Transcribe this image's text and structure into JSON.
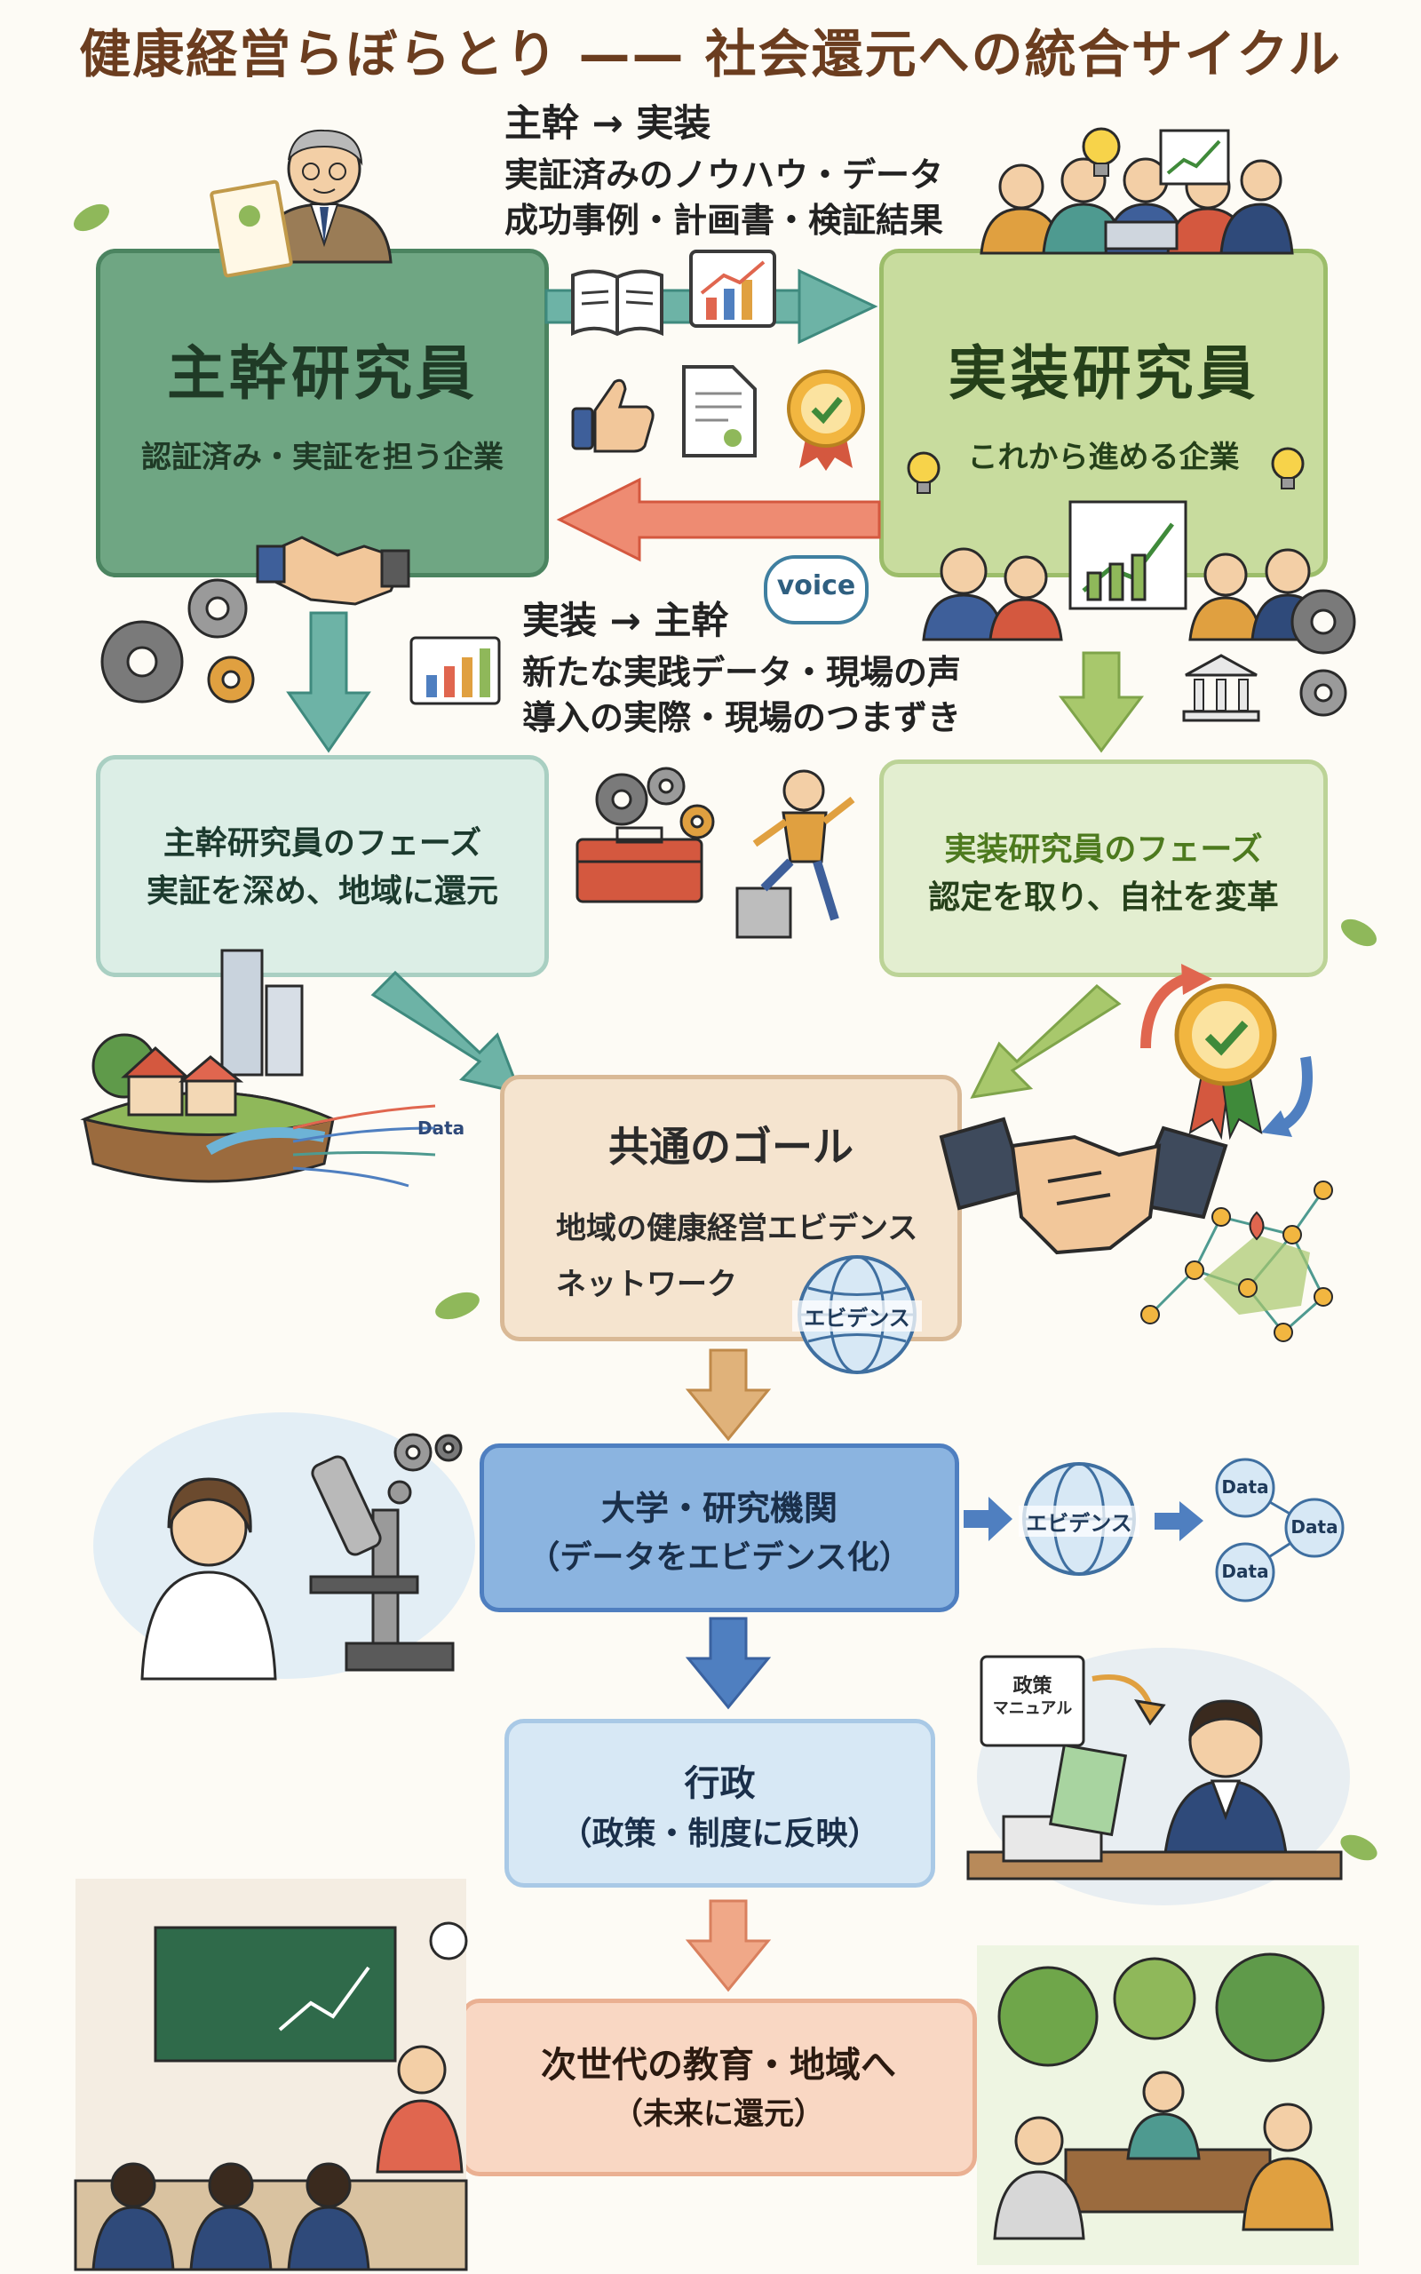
{
  "title": "健康経営らぼらとり —— 社会還元への統合サイクル",
  "lead_box": {
    "title": "主幹研究員",
    "subtitle": "認証済み・実証を担う企業"
  },
  "impl_box": {
    "title": "実装研究員",
    "subtitle": "これから進める企業"
  },
  "flow_top": {
    "heading": "主幹 → 実装",
    "line1": "実証済みのノウハウ・データ",
    "line2": "成功事例・計画書・検証結果"
  },
  "flow_bottom": {
    "heading": "実装 → 主幹",
    "line1": "新たな実践データ・現場の声",
    "line2": "導入の実際・現場のつまずき"
  },
  "voice_bubble": "voice",
  "lead_phase": {
    "line1": "主幹研究員のフェーズ",
    "line2": "実証を深め、地域に還元"
  },
  "impl_phase": {
    "line1": "実装研究員のフェーズ",
    "line2": "認定を取り、自社を変革"
  },
  "goal": {
    "title": "共通のゴール",
    "line1": "地域の健康経営エビデンス",
    "line2": "ネットワーク"
  },
  "globe_label": "エビデンス",
  "data_label": "Data",
  "university": {
    "line1": "大学・研究機関",
    "line2": "（データをエビデンス化）"
  },
  "gov": {
    "line1": "行政",
    "line2": "（政策・制度に反映）"
  },
  "policy_manual": {
    "line1": "政策",
    "line2": "マニュアル"
  },
  "education": {
    "line1": "次世代の教育・地域へ",
    "line2": "（未来に還元）"
  },
  "colors": {
    "lead_green": "#5f9a73",
    "impl_green": "#8fb85a",
    "teal_arrow": "#4e9a90",
    "red_arrow": "#e0664f",
    "goal_bg": "#f5e4cf",
    "blue": "#4f7fc0",
    "light_blue": "#d7e8f5",
    "peach": "#f9d7c3"
  },
  "icons": [
    "document-icon",
    "chart-icon",
    "thumbs-up-icon",
    "checklist-icon",
    "award-badge-icon",
    "gear-icon",
    "handshake-icon",
    "lightbulb-icon",
    "bank-icon",
    "globe-icon",
    "microscope-icon",
    "location-pin-icon"
  ]
}
